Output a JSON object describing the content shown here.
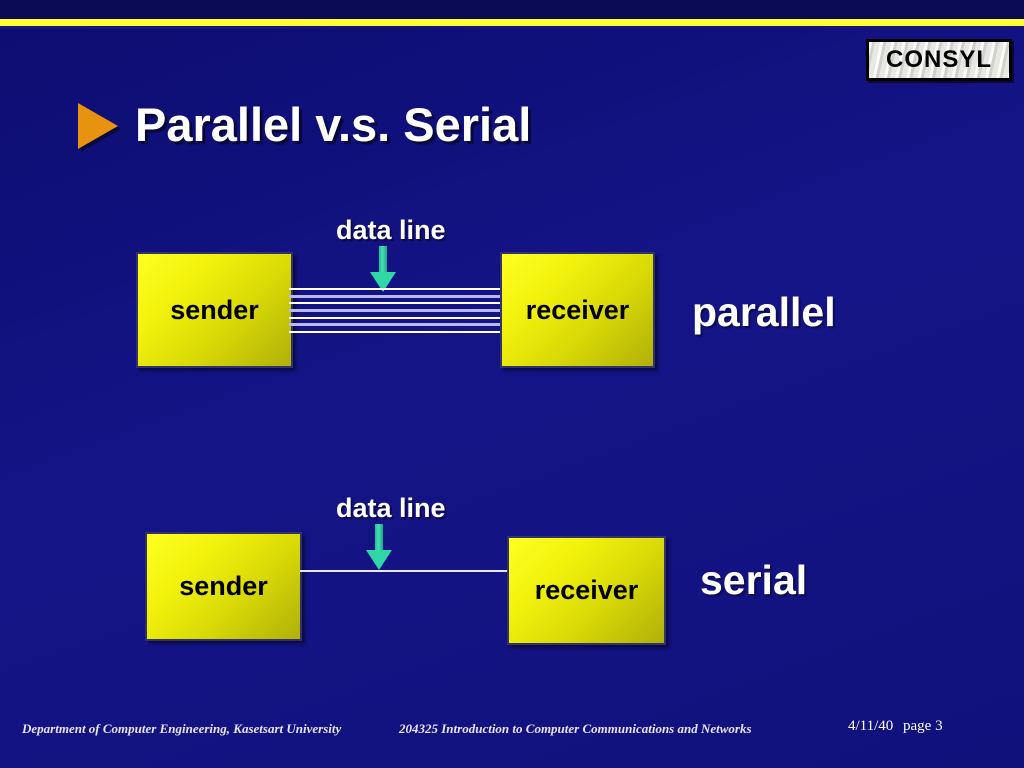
{
  "slide": {
    "background_color": "#11117c",
    "accent_bar_color": "#ffff33",
    "title": "Parallel v.s. Serial",
    "bullet_icon": "triangle-right-icon",
    "bullet_color": "#e8930f"
  },
  "logo": {
    "text": "CONSYL"
  },
  "diagrams": [
    {
      "id": "parallel",
      "caption": "data line",
      "arrow_icon": "arrow-down-icon",
      "arrow_color": "#2fd6a6",
      "sender_label": "sender",
      "receiver_label": "receiver",
      "mode_label": "parallel",
      "link_type": "multi-wire-bus",
      "wire_count": 7,
      "wire_colors": [
        "#ffffff",
        "#b9b9ee"
      ],
      "box_color": "#f2f20d"
    },
    {
      "id": "serial",
      "caption": "data line",
      "arrow_icon": "arrow-down-icon",
      "arrow_color": "#2fd6a6",
      "sender_label": "sender",
      "receiver_label": "receiver",
      "mode_label": "serial",
      "link_type": "single-wire",
      "wire_count": 1,
      "wire_colors": [
        "#e8e8f8"
      ],
      "box_color": "#f2f20d"
    }
  ],
  "footer": {
    "department": "Department of Computer Engineering, Kasetsart University",
    "course": "204325 Introduction to Computer Communications and Networks",
    "date": "4/11/40",
    "page": "page 3"
  }
}
